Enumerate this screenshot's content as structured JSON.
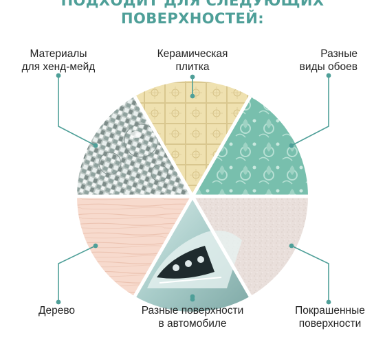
{
  "title": {
    "line1": "ПОДХОДИТ ДЛЯ СЛЕДУЮЩИХ",
    "line2": "ПОВЕРХНОСТЕЙ:"
  },
  "labels": {
    "handmade": {
      "line1": "Материалы",
      "line2": "для хенд-мейд"
    },
    "ceramic": {
      "line1": "Керамическая",
      "line2": "плитка"
    },
    "wallpaper": {
      "line1": "Разные",
      "line2": "виды обоев"
    },
    "wood": {
      "line1": "Дерево"
    },
    "car": {
      "line1": "Разные поверхности",
      "line2": "в автомобиле"
    },
    "painted": {
      "line1": "Покрашенные",
      "line2": "поверхности"
    }
  },
  "colors": {
    "accent": "#4e9f98",
    "mirror": "#aeb9b6",
    "ceramic": "#efe2b4",
    "wallpaper": "#7fc4b2",
    "wood": "#f6d8cb",
    "car": "#9fc6c3",
    "painted": "#e8dedb"
  }
}
